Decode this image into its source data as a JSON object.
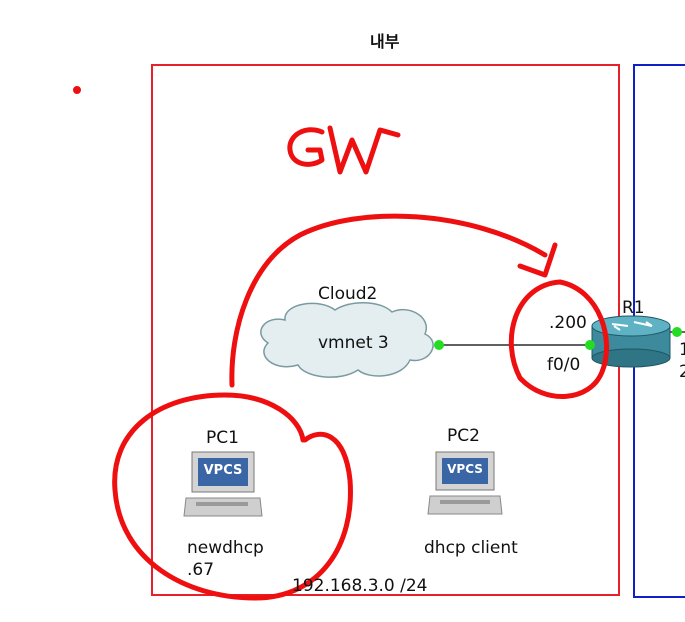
{
  "zone": {
    "title": "내부",
    "subnet": "192.168.3.0 /24"
  },
  "annotation": {
    "handwritten": "GW"
  },
  "nodes": {
    "cloud": {
      "name": "Cloud2",
      "interface": "vmnet 3"
    },
    "router": {
      "name": "R1",
      "ip": ".200",
      "port": "f0/0",
      "right_cut_1": "1",
      "right_cut_2": "2"
    },
    "pc1": {
      "name": "PC1",
      "badge": "VPCS",
      "desc": "newdhcp",
      "ip": ".67"
    },
    "pc2": {
      "name": "PC2",
      "badge": "VPCS",
      "desc": "dhcp client"
    }
  },
  "colors": {
    "zone_inner": "#e8202a",
    "zone_outer": "#1020c8",
    "annotation": "#ee1010",
    "link_dot": "#22dd22"
  }
}
